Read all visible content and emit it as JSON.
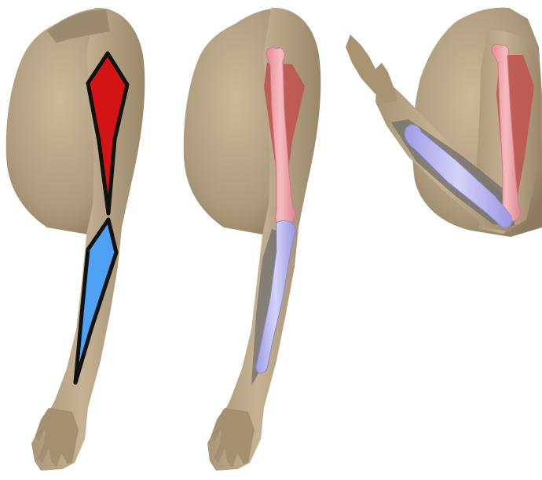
{
  "figure": {
    "panels": [
      {
        "id": "arm-extended-schematic",
        "pose": "extended",
        "style": "schematic"
      },
      {
        "id": "arm-extended-bones",
        "pose": "extended",
        "style": "bones"
      },
      {
        "id": "arm-flexed-bones",
        "pose": "flexed",
        "style": "bones"
      }
    ],
    "colors": {
      "skin": "#b9a688",
      "skin_shade": "#8f7c63",
      "upper_segment": "#d41414",
      "forearm_segment": "#4ea1f5",
      "humerus": "#f1a6ad",
      "forearm_bones": "#b9b8f2",
      "shadow": "#6b6b6b",
      "outline": "#111111"
    }
  }
}
